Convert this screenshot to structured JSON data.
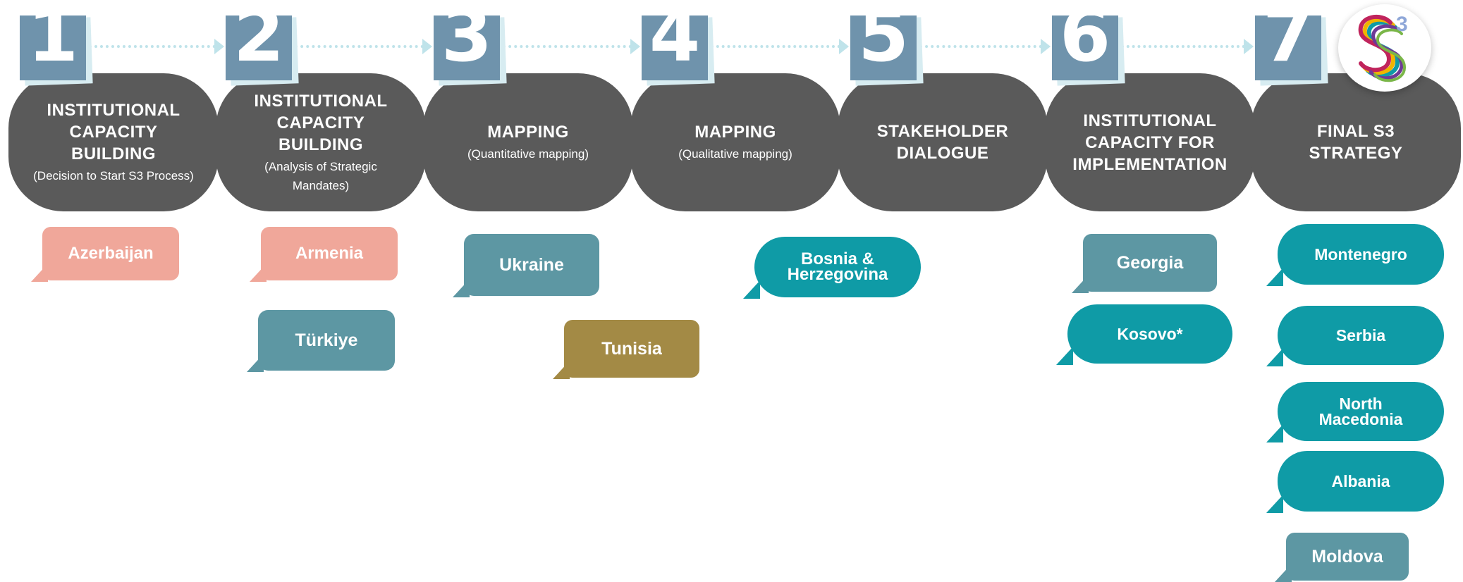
{
  "colors": {
    "stage_bg": "#5a5a5a",
    "number_tile": "#6f93ac",
    "connector": "#bfe3ea",
    "salmon": "#f0a79a",
    "steel_teal": "#5d97a3",
    "teal": "#0f9ba6",
    "olive": "#a38a45"
  },
  "steps": [
    {
      "number": "1",
      "title_lines": [
        "INSTITUTIONAL",
        "CAPACITY",
        "BUILDING"
      ],
      "sub_lines": [
        "(Decision to Start S3 Process)"
      ]
    },
    {
      "number": "2",
      "title_lines": [
        "INSTITUTIONAL",
        "CAPACITY",
        "BUILDING"
      ],
      "sub_lines": [
        "(Analysis of Strategic",
        "Mandates)"
      ]
    },
    {
      "number": "3",
      "title_lines": [
        "MAPPING"
      ],
      "sub_lines": [
        "(Quantitative  mapping)"
      ]
    },
    {
      "number": "4",
      "title_lines": [
        "MAPPING"
      ],
      "sub_lines": [
        "(Qualitative  mapping)"
      ]
    },
    {
      "number": "5",
      "title_lines": [
        "STAKEHOLDER",
        "DIALOGUE"
      ],
      "sub_lines": []
    },
    {
      "number": "6",
      "title_lines": [
        "INSTITUTIONAL",
        "CAPACITY FOR",
        "IMPLEMENTATION"
      ],
      "sub_lines": []
    },
    {
      "number": "7",
      "title_lines": [
        "FINAL S3",
        "STRATEGY"
      ],
      "sub_lines": []
    }
  ],
  "logo": {
    "letter": "S",
    "superscript": "3",
    "icon": "s3-logo-icon"
  },
  "countries": [
    {
      "name": "Azerbaijan",
      "lines": [
        "Azerbaijan"
      ],
      "color": "#f0a79a"
    },
    {
      "name": "Armenia",
      "lines": [
        "Armenia"
      ],
      "color": "#f0a79a"
    },
    {
      "name": "Türkiye",
      "lines": [
        "Türkiye"
      ],
      "color": "#5d97a3"
    },
    {
      "name": "Ukraine",
      "lines": [
        "Ukraine"
      ],
      "color": "#5d97a3"
    },
    {
      "name": "Tunisia",
      "lines": [
        "Tunisia"
      ],
      "color": "#a38a45"
    },
    {
      "name": "Bosnia & Herzegovina",
      "lines": [
        "Bosnia  &",
        "Herzegovina"
      ],
      "color": "#0f9ba6"
    },
    {
      "name": "Georgia",
      "lines": [
        "Georgia"
      ],
      "color": "#5d97a3"
    },
    {
      "name": "Kosovo*",
      "lines": [
        "Kosovo*"
      ],
      "color": "#0f9ba6"
    },
    {
      "name": "Montenegro",
      "lines": [
        "Montenegro"
      ],
      "color": "#0f9ba6"
    },
    {
      "name": "Serbia",
      "lines": [
        "Serbia"
      ],
      "color": "#0f9ba6"
    },
    {
      "name": "North Macedonia",
      "lines": [
        "North",
        "Macedonia"
      ],
      "color": "#0f9ba6"
    },
    {
      "name": "Albania",
      "lines": [
        "Albania"
      ],
      "color": "#0f9ba6"
    },
    {
      "name": "Moldova",
      "lines": [
        "Moldova"
      ],
      "color": "#5d97a3"
    }
  ]
}
